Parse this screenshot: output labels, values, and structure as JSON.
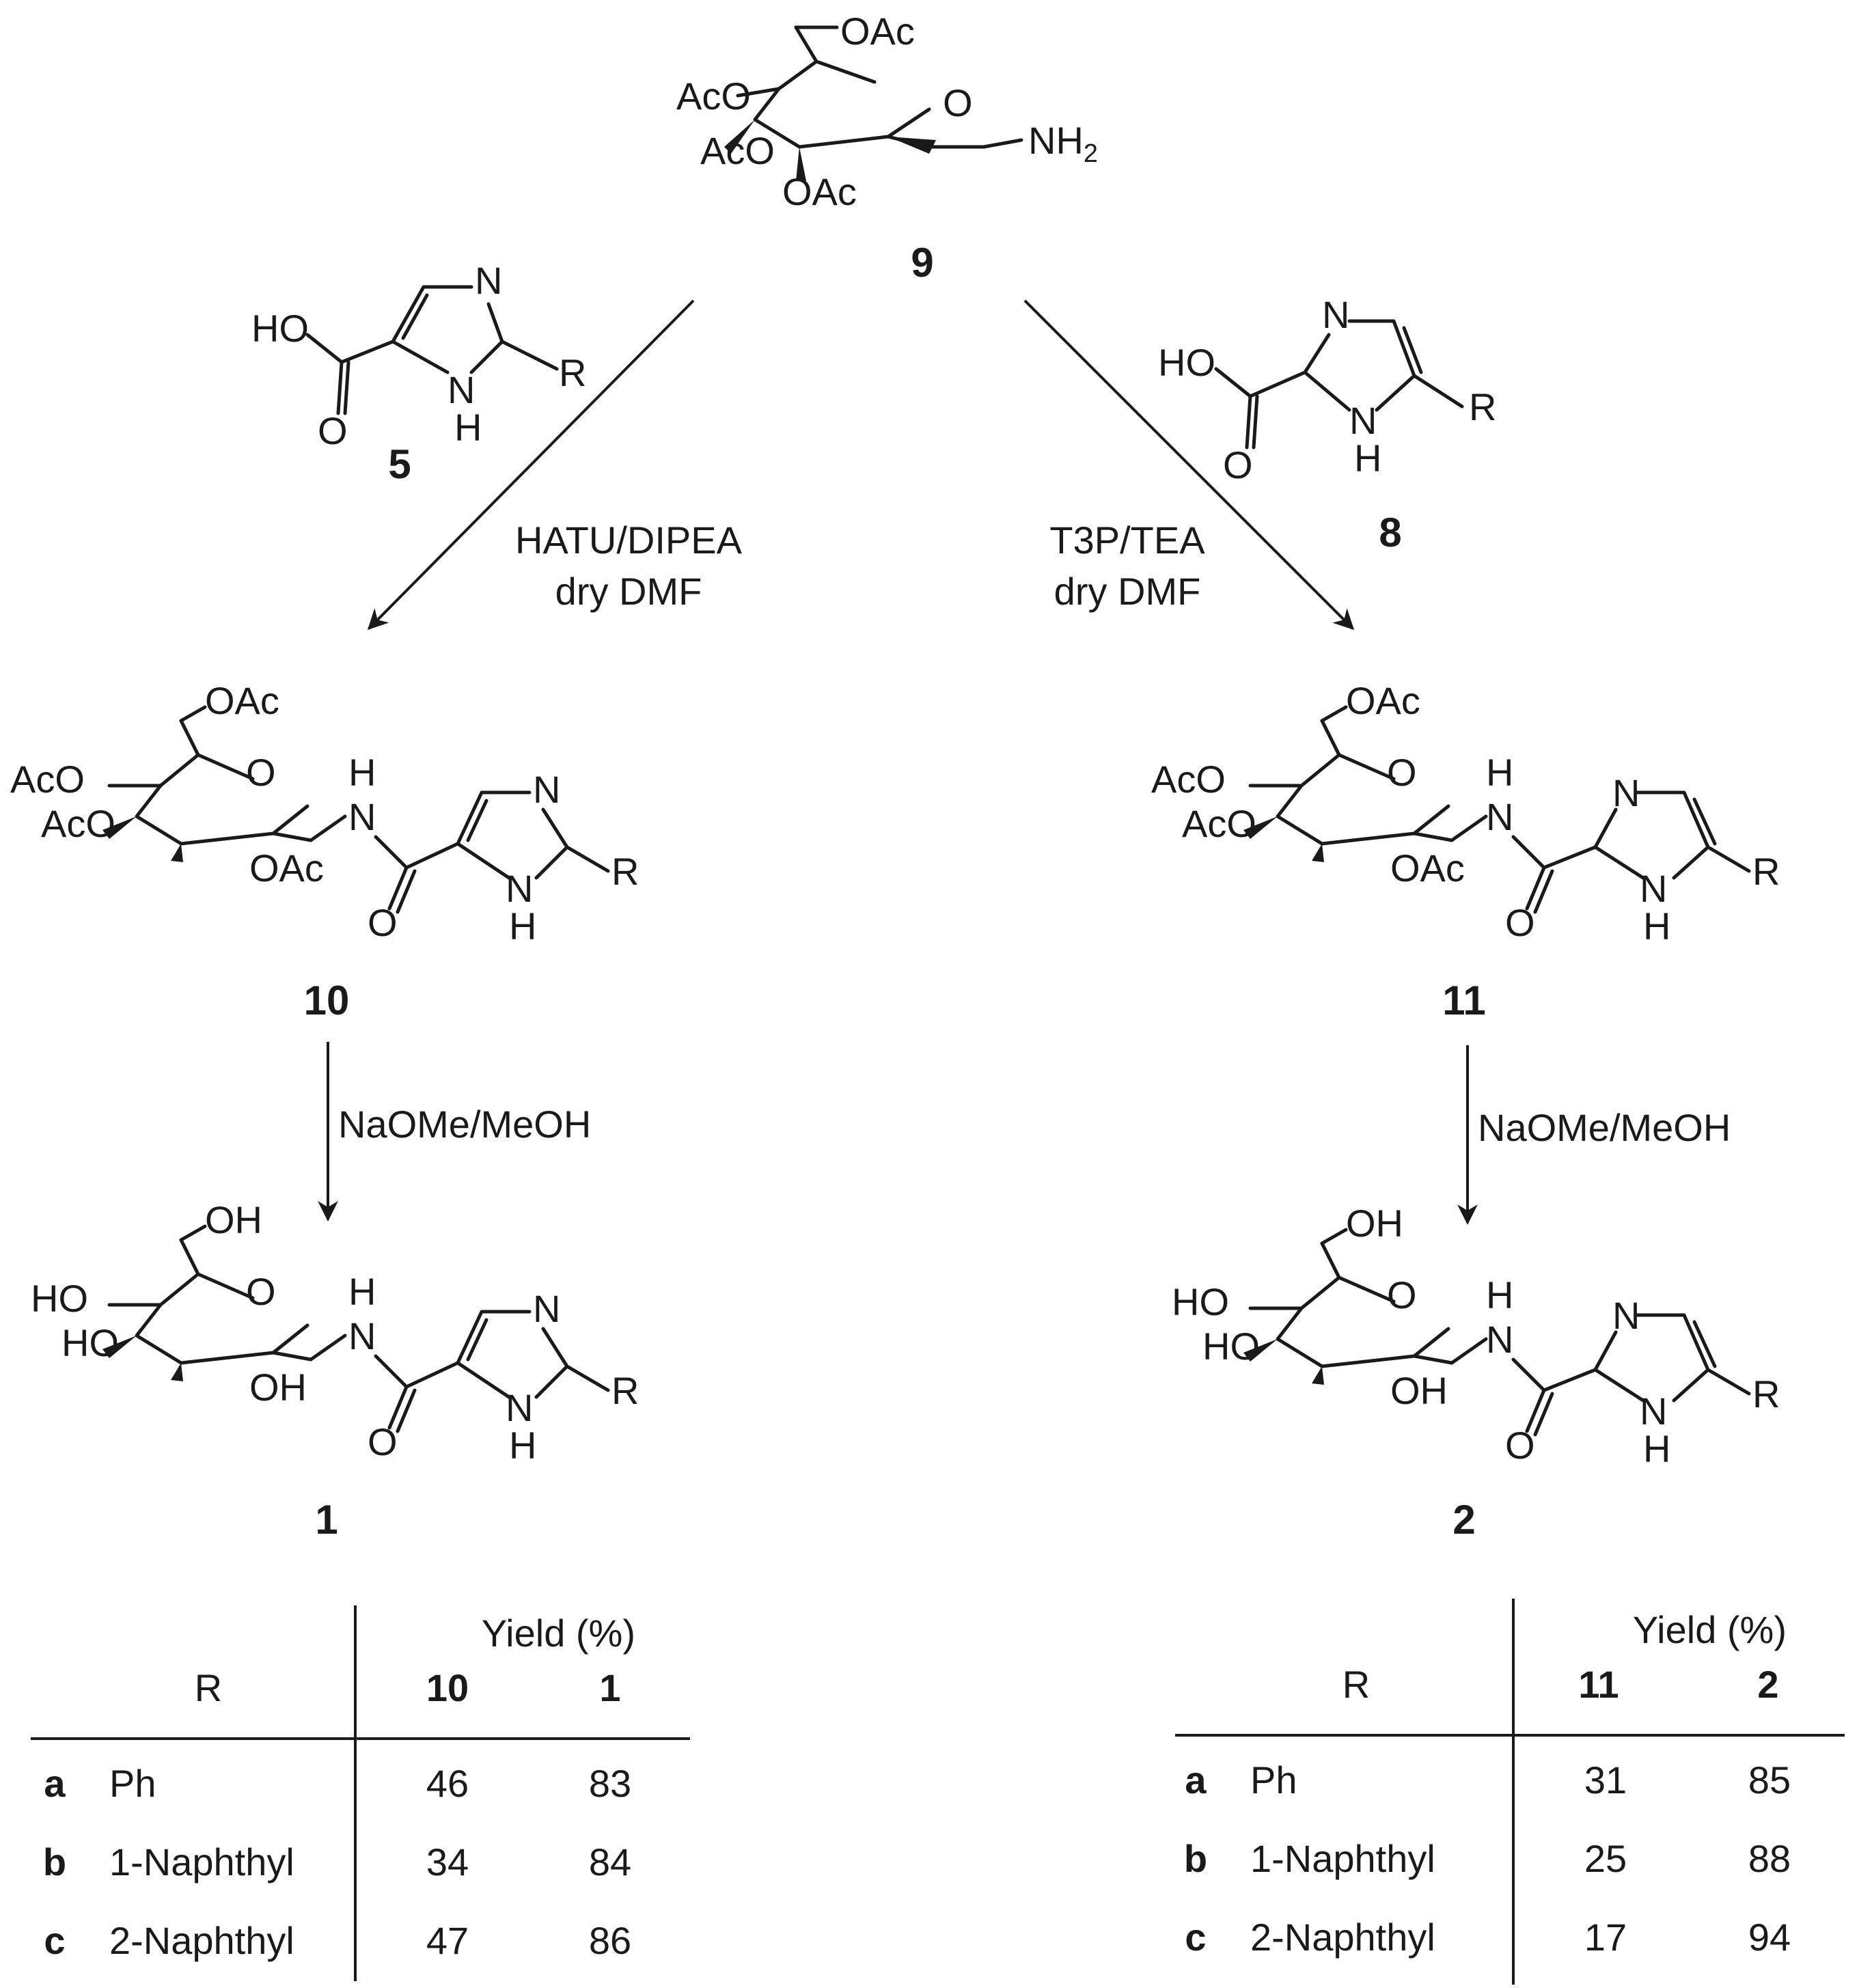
{
  "compounds": {
    "c9": {
      "label": "9",
      "groups": [
        "OAc",
        "AcO",
        "AcO",
        "OAc",
        "O",
        "NH2"
      ]
    },
    "c5": {
      "label": "5",
      "groups": [
        "HO",
        "O",
        "N",
        "N",
        "H",
        "R"
      ]
    },
    "c8": {
      "label": "8",
      "groups": [
        "HO",
        "O",
        "N",
        "N",
        "H",
        "R"
      ]
    },
    "c10": {
      "label": "10",
      "groups": [
        "OAc",
        "AcO",
        "AcO",
        "OAc",
        "O",
        "H",
        "N",
        "O",
        "N",
        "N",
        "H",
        "R"
      ]
    },
    "c11": {
      "label": "11",
      "groups": [
        "OAc",
        "AcO",
        "AcO",
        "OAc",
        "O",
        "H",
        "N",
        "O",
        "N",
        "N",
        "H",
        "R"
      ]
    },
    "c1": {
      "label": "1",
      "groups": [
        "OH",
        "HO",
        "HO",
        "OH",
        "O",
        "H",
        "N",
        "O",
        "N",
        "N",
        "H",
        "R"
      ]
    },
    "c2": {
      "label": "2",
      "groups": [
        "OH",
        "HO",
        "HO",
        "OH",
        "O",
        "H",
        "N",
        "O",
        "N",
        "N",
        "H",
        "R"
      ]
    }
  },
  "conditions": {
    "left_top": [
      "HATU/DIPEA",
      "dry DMF"
    ],
    "right_top": [
      "T3P/TEA",
      "dry DMF"
    ],
    "left_bottom": "NaOMe/MeOH",
    "right_bottom": "NaOMe/MeOH"
  },
  "tables": {
    "left": {
      "yield_header": "Yield (%)",
      "r_header": "R",
      "col1": "10",
      "col2": "1",
      "rows": [
        {
          "key": "a",
          "r": "Ph",
          "v1": "46",
          "v2": "83"
        },
        {
          "key": "b",
          "r": "1-Naphthyl",
          "v1": "34",
          "v2": "84"
        },
        {
          "key": "c",
          "r": "2-Naphthyl",
          "v1": "47",
          "v2": "86"
        }
      ]
    },
    "right": {
      "yield_header": "Yield (%)",
      "r_header": "R",
      "col1": "11",
      "col2": "2",
      "rows": [
        {
          "key": "a",
          "r": "Ph",
          "v1": "31",
          "v2": "85"
        },
        {
          "key": "b",
          "r": "1-Naphthyl",
          "v1": "25",
          "v2": "88"
        },
        {
          "key": "c",
          "r": "2-Naphthyl",
          "v1": "17",
          "v2": "94"
        }
      ]
    }
  }
}
